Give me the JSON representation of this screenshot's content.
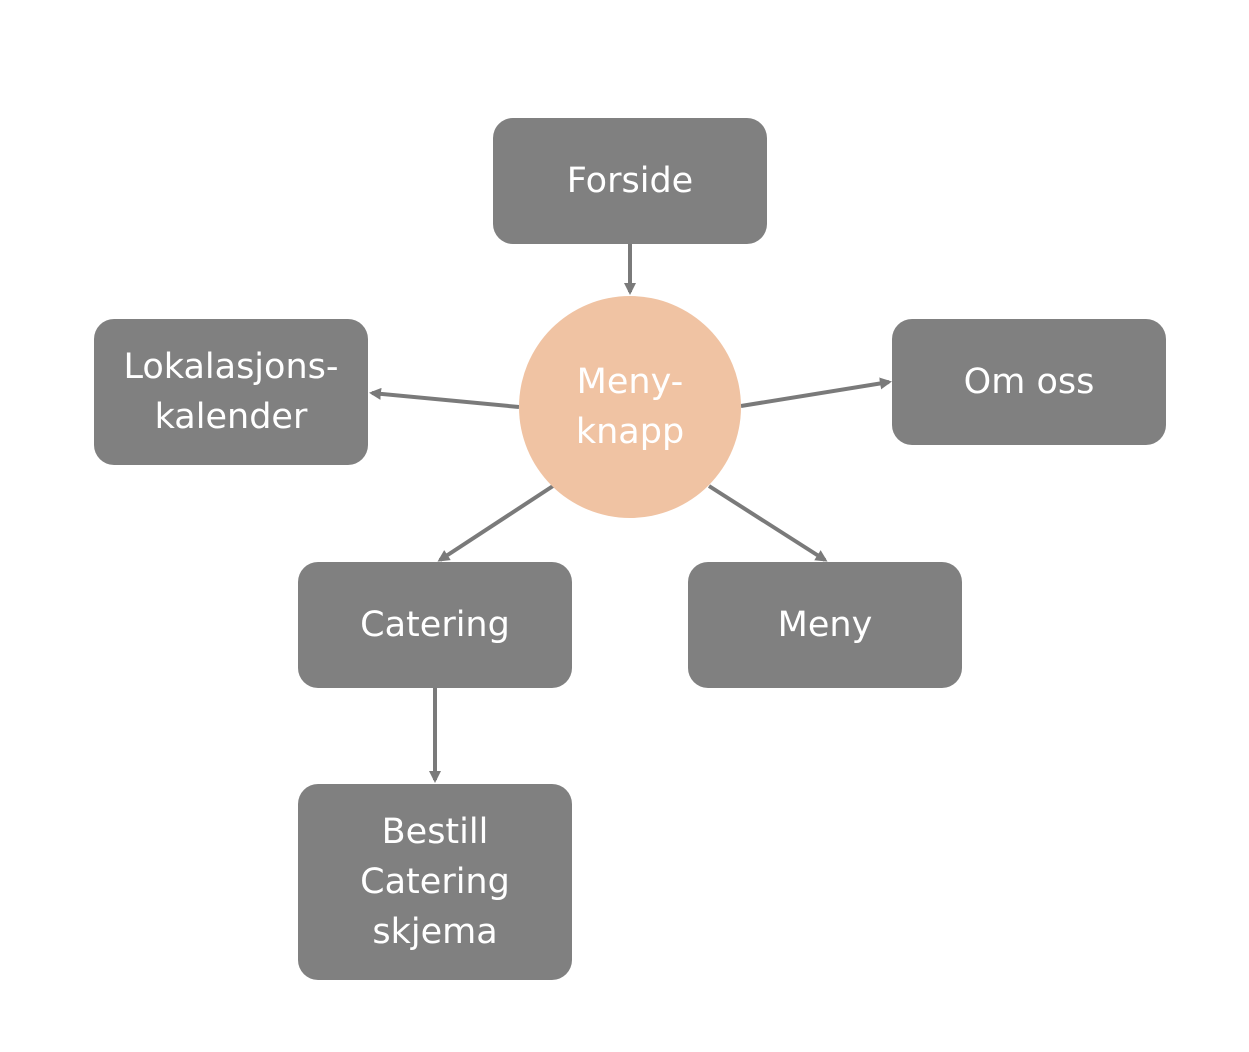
{
  "diagram": {
    "colors": {
      "box_fill": "#808080",
      "hub_fill": "#F0C3A3",
      "text": "#FFFFFF",
      "edge": "#7A7A7A"
    },
    "nodes": {
      "forside": {
        "label": "Forside"
      },
      "meny_knapp": {
        "label": "Meny-\nknapp"
      },
      "lokalasjonskalender": {
        "label": "Lokalasjons-\nkalender"
      },
      "om_oss": {
        "label": "Om oss"
      },
      "catering": {
        "label": "Catering"
      },
      "meny": {
        "label": "Meny"
      },
      "bestill_catering": {
        "label": "Bestill\nCatering\nskjema"
      }
    },
    "edges": [
      {
        "from": "Forside",
        "to": "Meny-knapp"
      },
      {
        "from": "Meny-knapp",
        "to": "Lokalasjons-kalender"
      },
      {
        "from": "Meny-knapp",
        "to": "Om oss"
      },
      {
        "from": "Meny-knapp",
        "to": "Catering"
      },
      {
        "from": "Meny-knapp",
        "to": "Meny"
      },
      {
        "from": "Catering",
        "to": "Bestill Catering skjema"
      }
    ]
  }
}
